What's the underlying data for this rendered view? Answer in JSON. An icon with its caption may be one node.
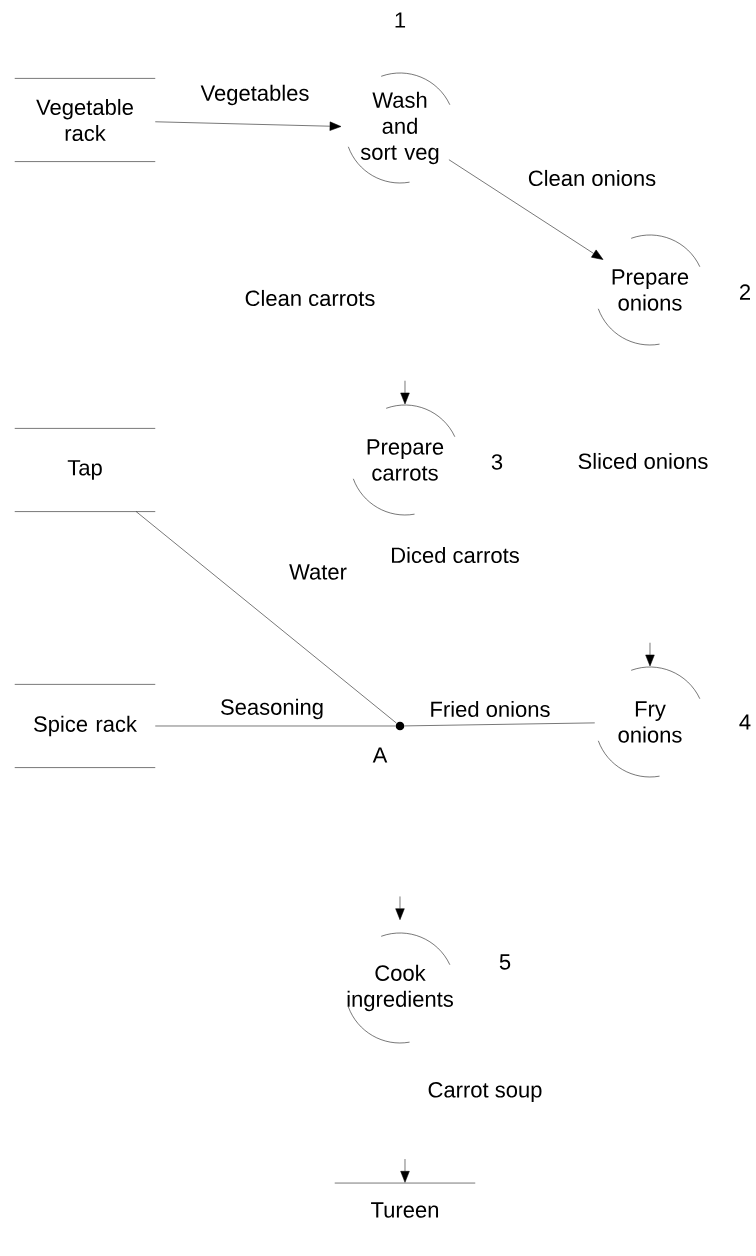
{
  "diagram": {
    "nodes": [
      {
        "text": [
          "Vegetable rack"
        ]
      },
      {
        "text": [
          "Wash and sort veg"
        ]
      },
      {
        "text": [
          "Prepare onions"
        ],
        "beside": [
          "2"
        ]
      },
      {
        "text": [
          "Prepare carrots"
        ],
        "beside": [
          "3"
        ]
      },
      {
        "text": [
          "Tap"
        ]
      },
      {
        "text": [
          "Spice rack"
        ]
      },
      {
        "text": [],
        "shape": "circle",
        "beside": [
          "A"
        ]
      },
      {
        "text": [
          "Fry onions"
        ],
        "beside": [
          "4"
        ]
      },
      {
        "text": [
          "Cook ingredients"
        ],
        "beside": [
          "5"
        ]
      },
      {
        "text": [
          "Tureen"
        ]
      }
    ],
    "edges": [
      {
        "from": 0,
        "to": 1,
        "arrow": "to",
        "label": "Vegetables"
      },
      {
        "from": 1,
        "to": 2,
        "arrow": "to",
        "label": "Clean onions"
      },
      {
        "from": 4,
        "to": 6,
        "arrow": "none",
        "label": "Water"
      },
      {
        "from": 5,
        "to": 6,
        "arrow": "none",
        "label": "Seasoning"
      },
      {
        "from": 6,
        "to": 7,
        "arrow": "none",
        "label": "Fried onions"
      },
      {
        "from": null,
        "to": 3,
        "arrow": "to"
      },
      {
        "from": null,
        "to": 7,
        "arrow": "to"
      },
      {
        "from": null,
        "to": 8,
        "arrow": "to"
      },
      {
        "from": null,
        "to": 9,
        "arrow": "to"
      }
    ],
    "labels": [
      "1",
      "Clean carrots",
      "Sliced onions",
      "Diced carrots",
      "Carrot soup"
    ]
  }
}
